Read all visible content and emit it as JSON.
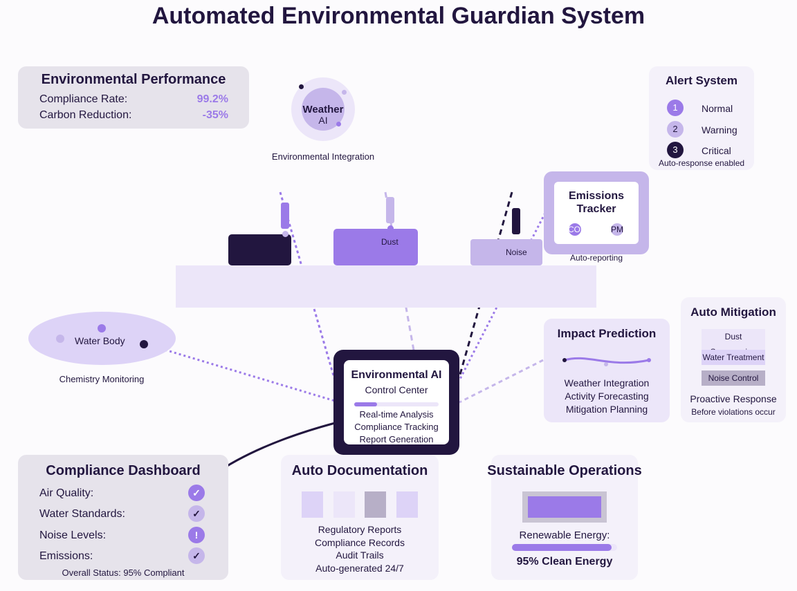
{
  "title": "Automated Environmental Guardian System",
  "performance": {
    "heading": "Environmental Performance",
    "rows": [
      {
        "label": "Compliance Rate:",
        "value": "99.2%"
      },
      {
        "label": "Carbon Reduction:",
        "value": "-35%"
      }
    ]
  },
  "weather": {
    "line1": "Weather",
    "line2": "AI",
    "caption": "Environmental Integration"
  },
  "alerts": {
    "heading": "Alert System",
    "items": [
      {
        "num": "1",
        "label": "Normal"
      },
      {
        "num": "2",
        "label": "Warning"
      },
      {
        "num": "3",
        "label": "Critical"
      }
    ],
    "footer": "Auto-response enabled"
  },
  "emissions": {
    "line1": "Emissions",
    "line2": "Tracker",
    "co": "CO",
    "pm": "PM",
    "caption": "Auto-reporting"
  },
  "site": {
    "dust": "Dust",
    "noise": "Noise"
  },
  "water": {
    "label": "Water Body",
    "caption": "Chemistry Monitoring"
  },
  "control": {
    "heading": "Environmental AI",
    "sub": "Control Center",
    "progress": 0.27,
    "lines": [
      "Real-time Analysis",
      "Compliance Tracking",
      "Report Generation"
    ]
  },
  "impact": {
    "heading": "Impact Prediction",
    "lines": [
      "Weather Integration",
      "Activity Forecasting",
      "Mitigation Planning"
    ]
  },
  "mitigation": {
    "heading": "Auto Mitigation",
    "chips": [
      "Dust Suppression",
      "Water Treatment",
      "Noise Control"
    ],
    "footer1": "Proactive Response",
    "footer2": "Before violations occur"
  },
  "dashboard": {
    "heading": "Compliance Dashboard",
    "items": [
      {
        "label": "Air Quality:",
        "mark": "✓"
      },
      {
        "label": "Water Standards:",
        "mark": "✓"
      },
      {
        "label": "Noise Levels:",
        "mark": "!"
      },
      {
        "label": "Emissions:",
        "mark": "✓"
      }
    ],
    "footer": "Overall Status: 95% Compliant"
  },
  "documentation": {
    "heading": "Auto Documentation",
    "lines": [
      "Regulatory Reports",
      "Compliance Records",
      "Audit Trails",
      "Auto-generated 24/7"
    ]
  },
  "sustainable": {
    "heading": "Sustainable Operations",
    "label": "Renewable Energy:",
    "progress": 0.95,
    "value": "95% Clean Energy"
  },
  "colors": {
    "dark": "#22163f",
    "purple": "#9b7ae8",
    "lilac": "#c5b6ea",
    "pale": "#ece6f9"
  }
}
